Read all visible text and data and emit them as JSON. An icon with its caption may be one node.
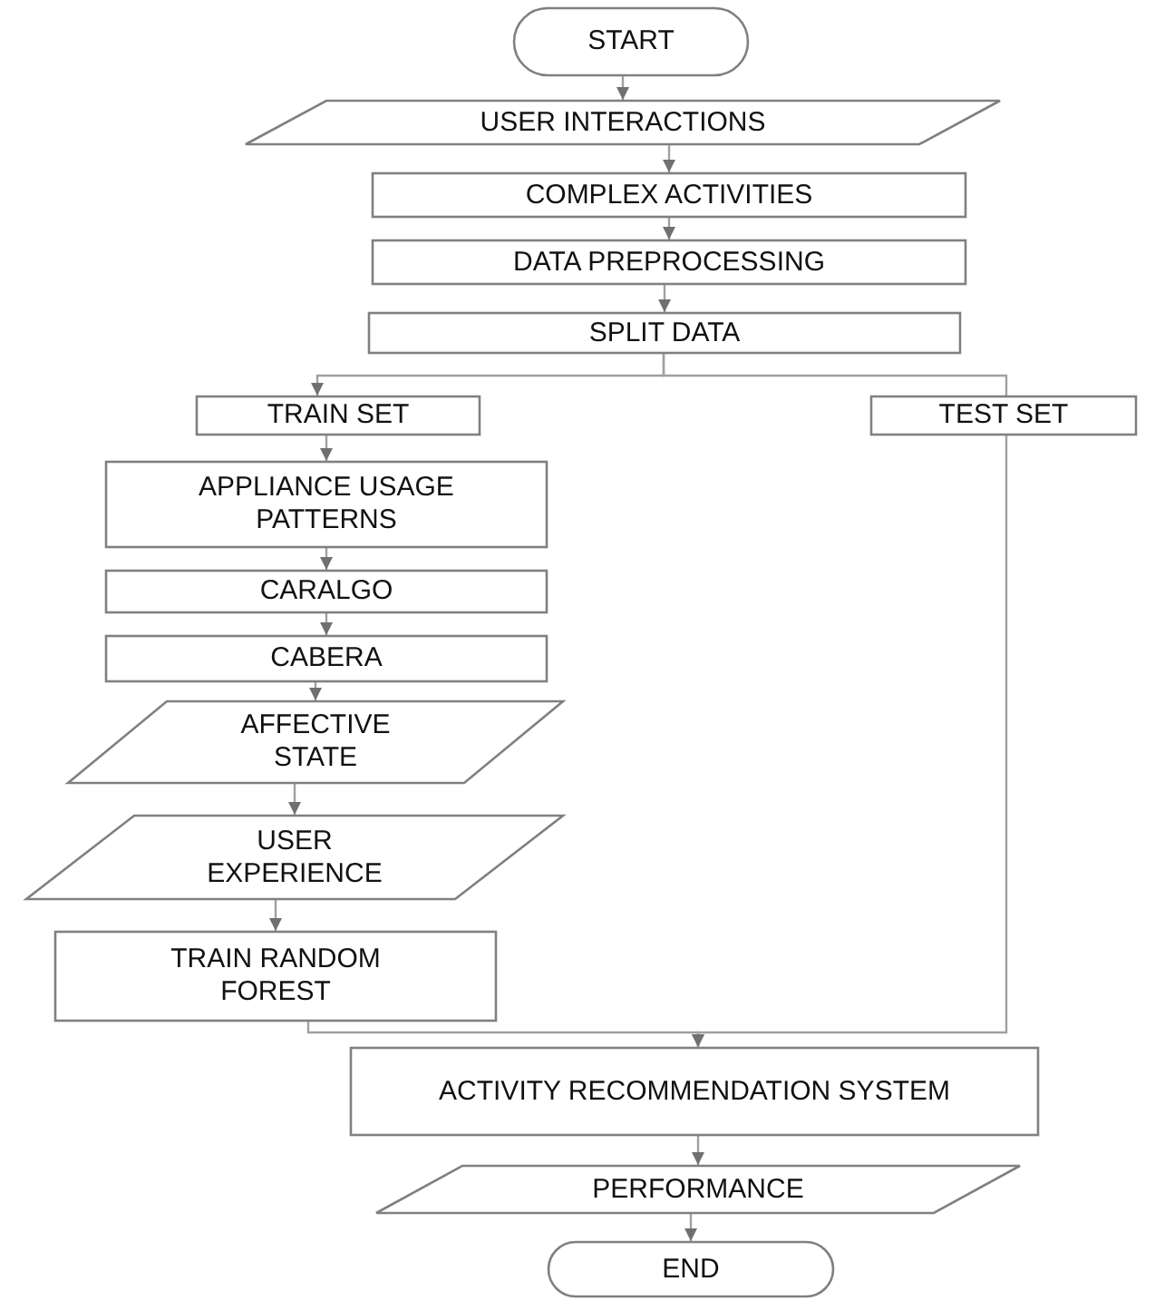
{
  "diagram": {
    "nodes": [
      {
        "text": [
          "START"
        ]
      },
      {
        "text": [
          "USER INTERACTIONS"
        ]
      },
      {
        "text": [
          "COMPLEX ACTIVITIES"
        ]
      },
      {
        "text": [
          "DATA PREPROCESSING"
        ]
      },
      {
        "text": [
          "SPLIT DATA"
        ]
      },
      {
        "text": [
          "TRAIN SET"
        ]
      },
      {
        "text": [
          "TEST SET"
        ]
      },
      {
        "text": [
          "APPLIANCE USAGE PATTERNS"
        ]
      },
      {
        "text": [
          "CARALGO"
        ]
      },
      {
        "text": [
          "CABERA"
        ]
      },
      {
        "text": [
          "AFFECTIVE STATE"
        ]
      },
      {
        "text": [
          "USER EXPERIENCE"
        ]
      },
      {
        "text": [
          "TRAIN RANDOM FOREST"
        ]
      },
      {
        "text": [
          "ACTIVITY RECOMMENDATION SYSTEM"
        ]
      },
      {
        "text": [
          "PERFORMANCE"
        ]
      },
      {
        "text": [
          "END"
        ]
      }
    ],
    "edges": [
      {
        "from": 0,
        "to": 1,
        "arrow": "to"
      },
      {
        "from": 1,
        "to": 2,
        "arrow": "to"
      },
      {
        "from": 2,
        "to": 3,
        "arrow": "to"
      },
      {
        "from": 3,
        "to": 4,
        "arrow": "to"
      },
      {
        "from": 4,
        "to": 5,
        "arrow": "to"
      },
      {
        "from": 4,
        "to": 6,
        "arrow": "none"
      },
      {
        "from": 5,
        "to": 7,
        "arrow": "to"
      },
      {
        "from": 7,
        "to": 8,
        "arrow": "to"
      },
      {
        "from": 8,
        "to": 9,
        "arrow": "to"
      },
      {
        "from": 9,
        "to": 10,
        "arrow": "to"
      },
      {
        "from": 10,
        "to": 11,
        "arrow": "to"
      },
      {
        "from": 11,
        "to": 12,
        "arrow": "to"
      },
      {
        "from": 12,
        "to": 13,
        "arrow": "to"
      },
      {
        "from": 6,
        "to": 13,
        "arrow": "to"
      },
      {
        "from": 13,
        "to": 14,
        "arrow": "to"
      },
      {
        "from": 14,
        "to": 15,
        "arrow": "to"
      }
    ]
  }
}
